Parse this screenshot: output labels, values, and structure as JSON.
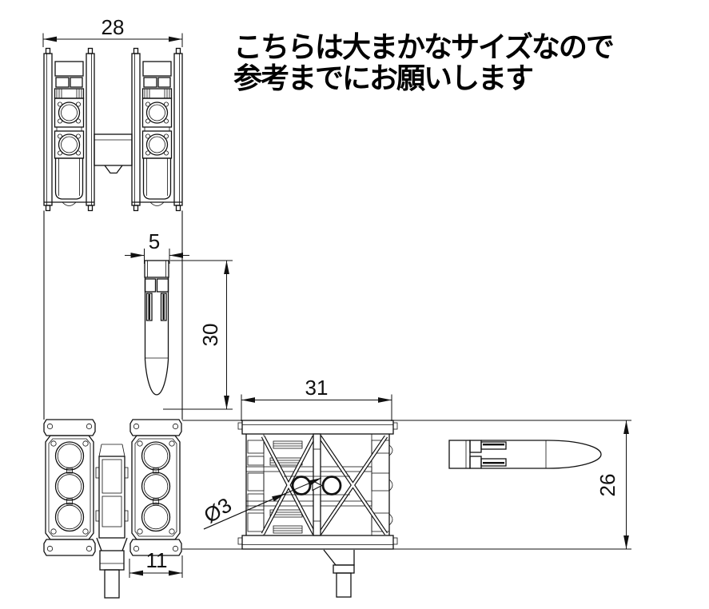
{
  "note": {
    "line1": "こちらは大まかなサイズなので",
    "line2": "参考までにお願いします"
  },
  "dimensions": {
    "overall_width": "28",
    "plug_width": "5",
    "plug_length": "30",
    "body_width": "31",
    "body_height": "26",
    "plate_width": "11",
    "hole_diameter": "Ø3"
  },
  "colors": {
    "line": "#111111",
    "text": "#000000",
    "background": "#ffffff"
  }
}
